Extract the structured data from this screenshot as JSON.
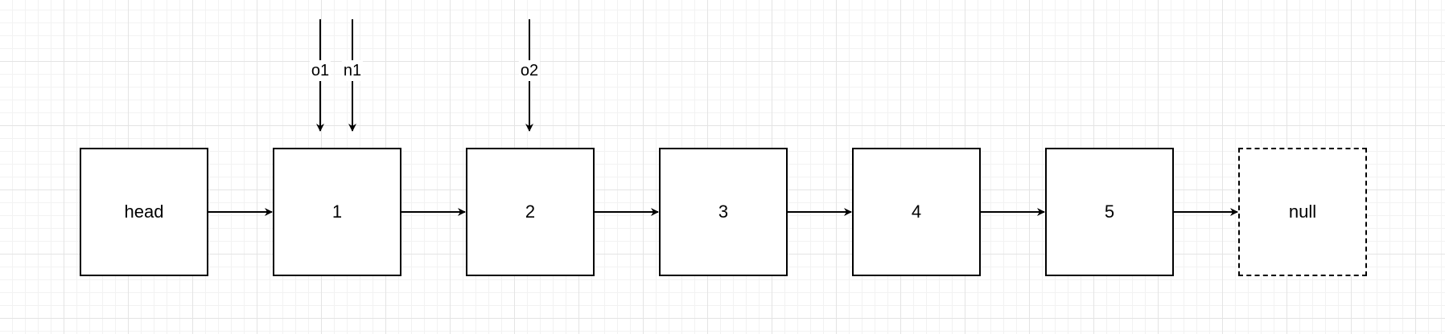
{
  "diagram": {
    "nodes": [
      {
        "id": "head",
        "label": "head",
        "dashed": false
      },
      {
        "id": "n1",
        "label": "1",
        "dashed": false
      },
      {
        "id": "n2",
        "label": "2",
        "dashed": false
      },
      {
        "id": "n3",
        "label": "3",
        "dashed": false
      },
      {
        "id": "n4",
        "label": "4",
        "dashed": false
      },
      {
        "id": "n5",
        "label": "5",
        "dashed": false
      },
      {
        "id": "null",
        "label": "null",
        "dashed": true
      }
    ],
    "links": [
      {
        "from": "head",
        "to": "n1"
      },
      {
        "from": "n1",
        "to": "n2"
      },
      {
        "from": "n2",
        "to": "n3"
      },
      {
        "from": "n3",
        "to": "n4"
      },
      {
        "from": "n4",
        "to": "n5"
      },
      {
        "from": "n5",
        "to": "null"
      }
    ],
    "pointers": [
      {
        "label": "o1",
        "target": "n1"
      },
      {
        "label": "n1",
        "target": "n1"
      },
      {
        "label": "o2",
        "target": "n2"
      }
    ]
  }
}
